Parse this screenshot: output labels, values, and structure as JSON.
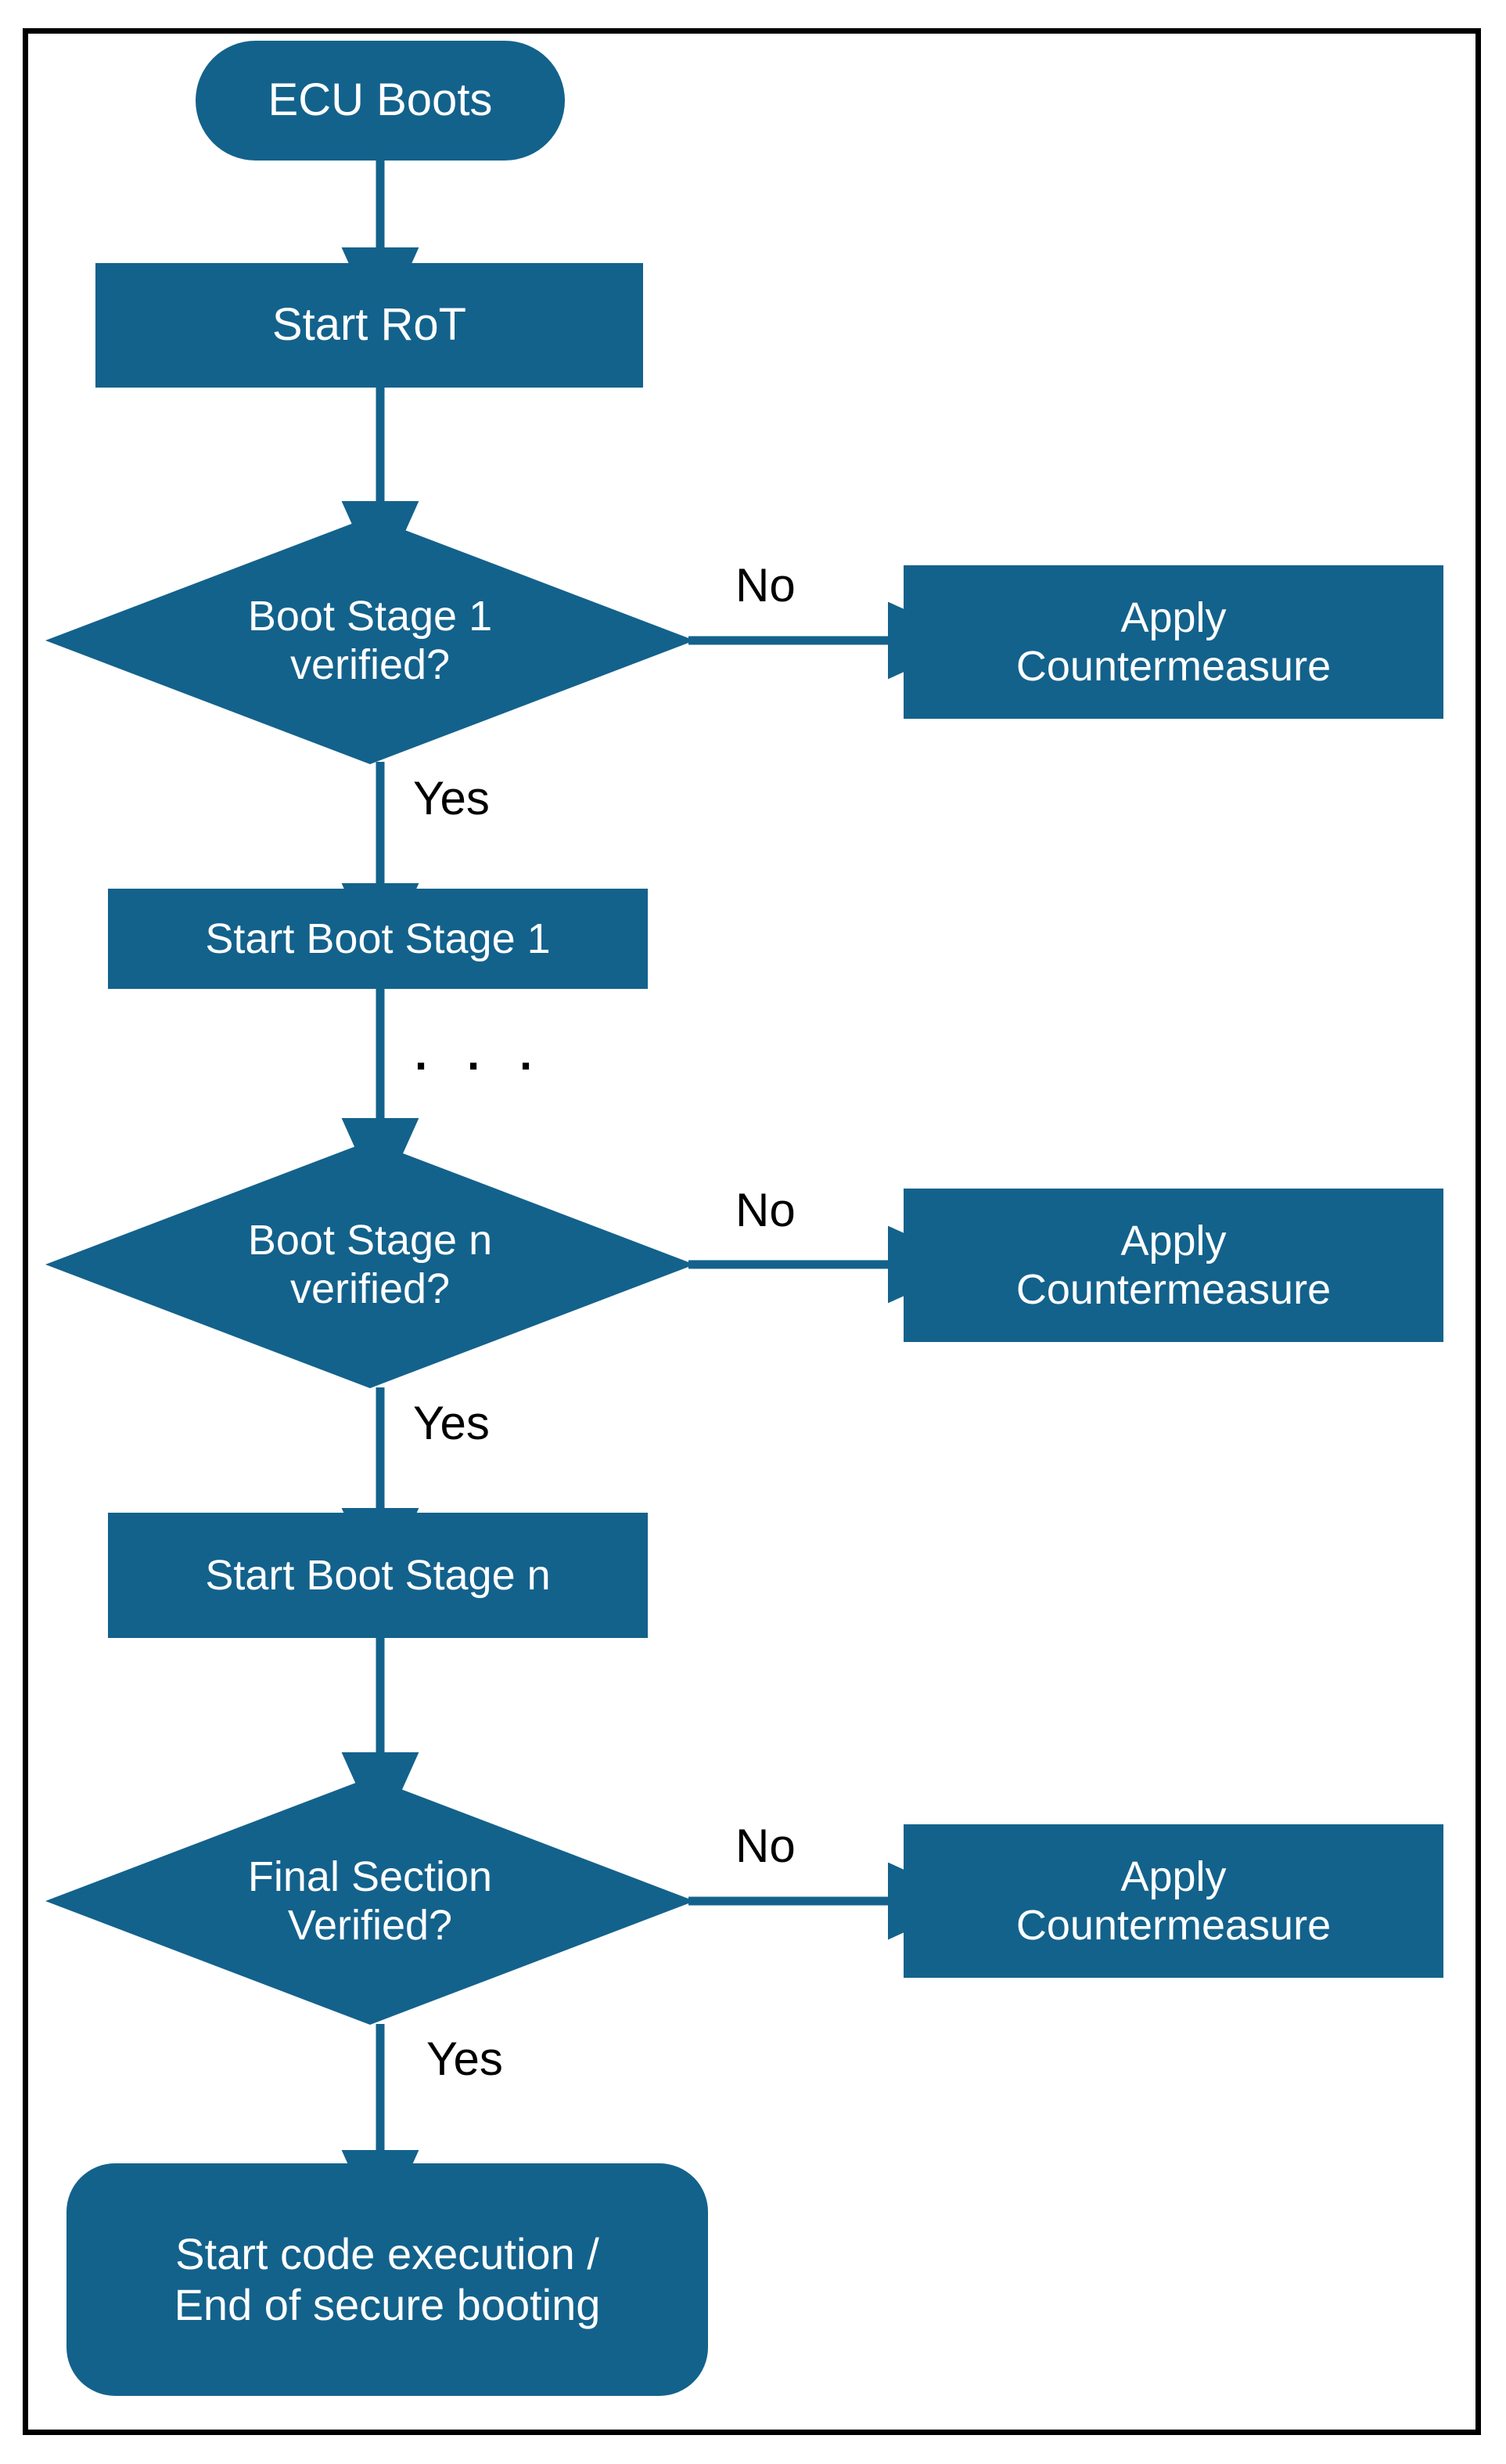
{
  "figure": {
    "title": "Secure boot process flowchart",
    "colors": {
      "node_fill": "#13628c",
      "node_text": "#ffffff",
      "connector": "#13628c",
      "edge_label_text": "#000000",
      "frame_border": "#000000",
      "background": "#ffffff"
    }
  },
  "nodes": {
    "ecu_boots": {
      "label": "ECU Boots",
      "shape": "terminal"
    },
    "start_rot": {
      "label": "Start RoT",
      "shape": "process"
    },
    "boot_stage_1_verified": {
      "label": "Boot Stage 1\nverified?",
      "shape": "decision"
    },
    "apply_countermeasure_1": {
      "label": "Apply\nCountermeasure",
      "shape": "process"
    },
    "start_boot_stage_1": {
      "label": "Start Boot Stage 1",
      "shape": "process"
    },
    "boot_stage_n_verified": {
      "label": "Boot Stage n\nverified?",
      "shape": "decision"
    },
    "apply_countermeasure_2": {
      "label": "Apply\nCountermeasure",
      "shape": "process"
    },
    "start_boot_stage_n": {
      "label": "Start Boot Stage n",
      "shape": "process"
    },
    "final_section_verified": {
      "label": "Final Section\nVerified?",
      "shape": "decision"
    },
    "apply_countermeasure_3": {
      "label": "Apply\nCountermeasure",
      "shape": "process"
    },
    "end_terminal": {
      "label": "Start code execution /\nEnd of secure booting",
      "shape": "terminal"
    }
  },
  "edge_labels": {
    "no_1": "No",
    "yes_1": "Yes",
    "no_2": "No",
    "yes_2": "Yes",
    "no_3": "No",
    "yes_3": "Yes",
    "ellipsis": ". . ."
  }
}
